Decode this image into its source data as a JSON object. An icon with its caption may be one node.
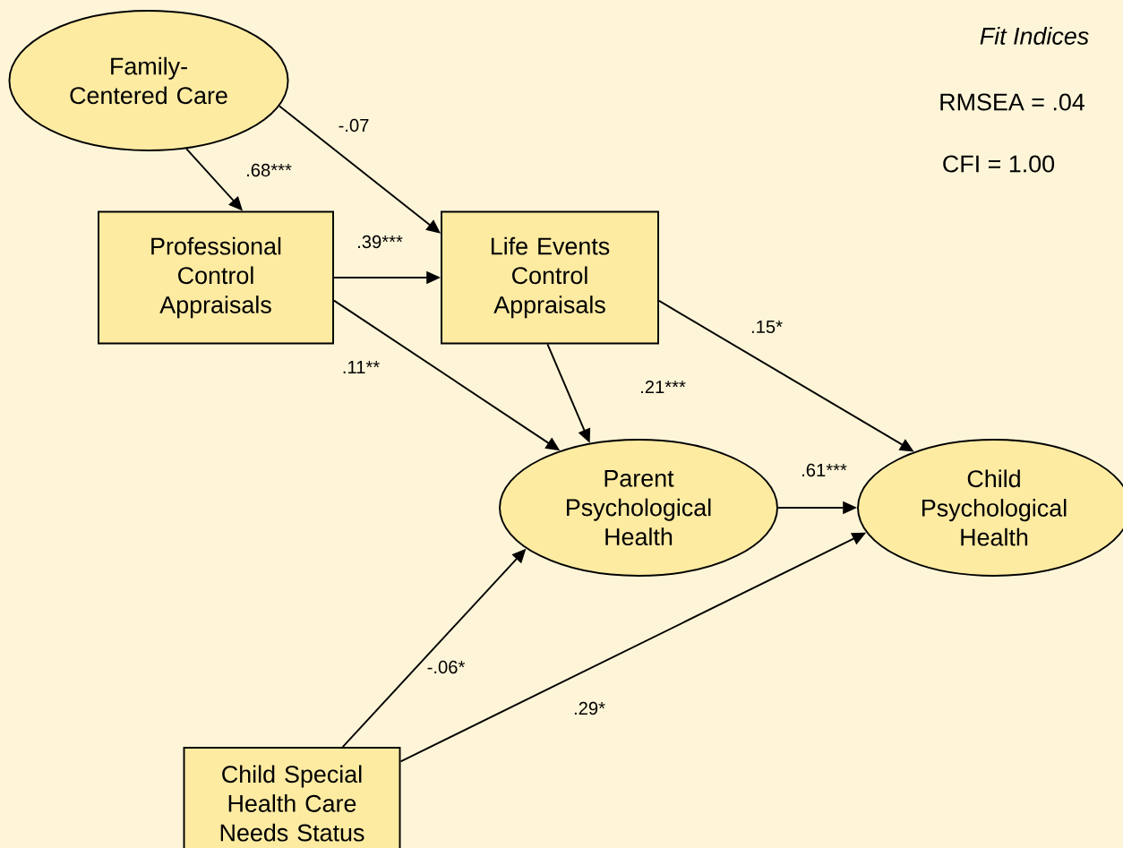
{
  "diagram": {
    "nodes": [
      {
        "text": [
          "Family-Centered Care"
        ]
      },
      {
        "text": [
          "Professional Control Appraisals"
        ]
      },
      {
        "text": [
          "Life Events Control Appraisals"
        ]
      },
      {
        "text": [
          "Parent Psychological Health"
        ]
      },
      {
        "text": [
          "Child Psychological Health"
        ]
      },
      {
        "text": [
          "Child Special Health Care Needs Status"
        ]
      }
    ],
    "edges": [
      {
        "from": 0,
        "to": 1,
        "arrow": "to",
        "label": ".68***"
      },
      {
        "from": 0,
        "to": 2,
        "arrow": "to",
        "label": "-.07"
      },
      {
        "from": 1,
        "to": 2,
        "arrow": "to",
        "label": ".39***"
      },
      {
        "from": 1,
        "to": 3,
        "arrow": "to",
        "label": ".11**"
      },
      {
        "from": 2,
        "to": 3,
        "arrow": "to",
        "label": ".21***"
      },
      {
        "from": 2,
        "to": 4,
        "arrow": "to",
        "label": ".15*"
      },
      {
        "from": 3,
        "to": 4,
        "arrow": "to",
        "label": ".61***"
      },
      {
        "from": 5,
        "to": 3,
        "arrow": "to",
        "label": "-.06*"
      },
      {
        "from": 5,
        "to": 4,
        "arrow": "to",
        "label": ".29*"
      }
    ],
    "labels": [
      "Fit Indices",
      "RMSEA = .04",
      "CFI = 1.00"
    ]
  }
}
